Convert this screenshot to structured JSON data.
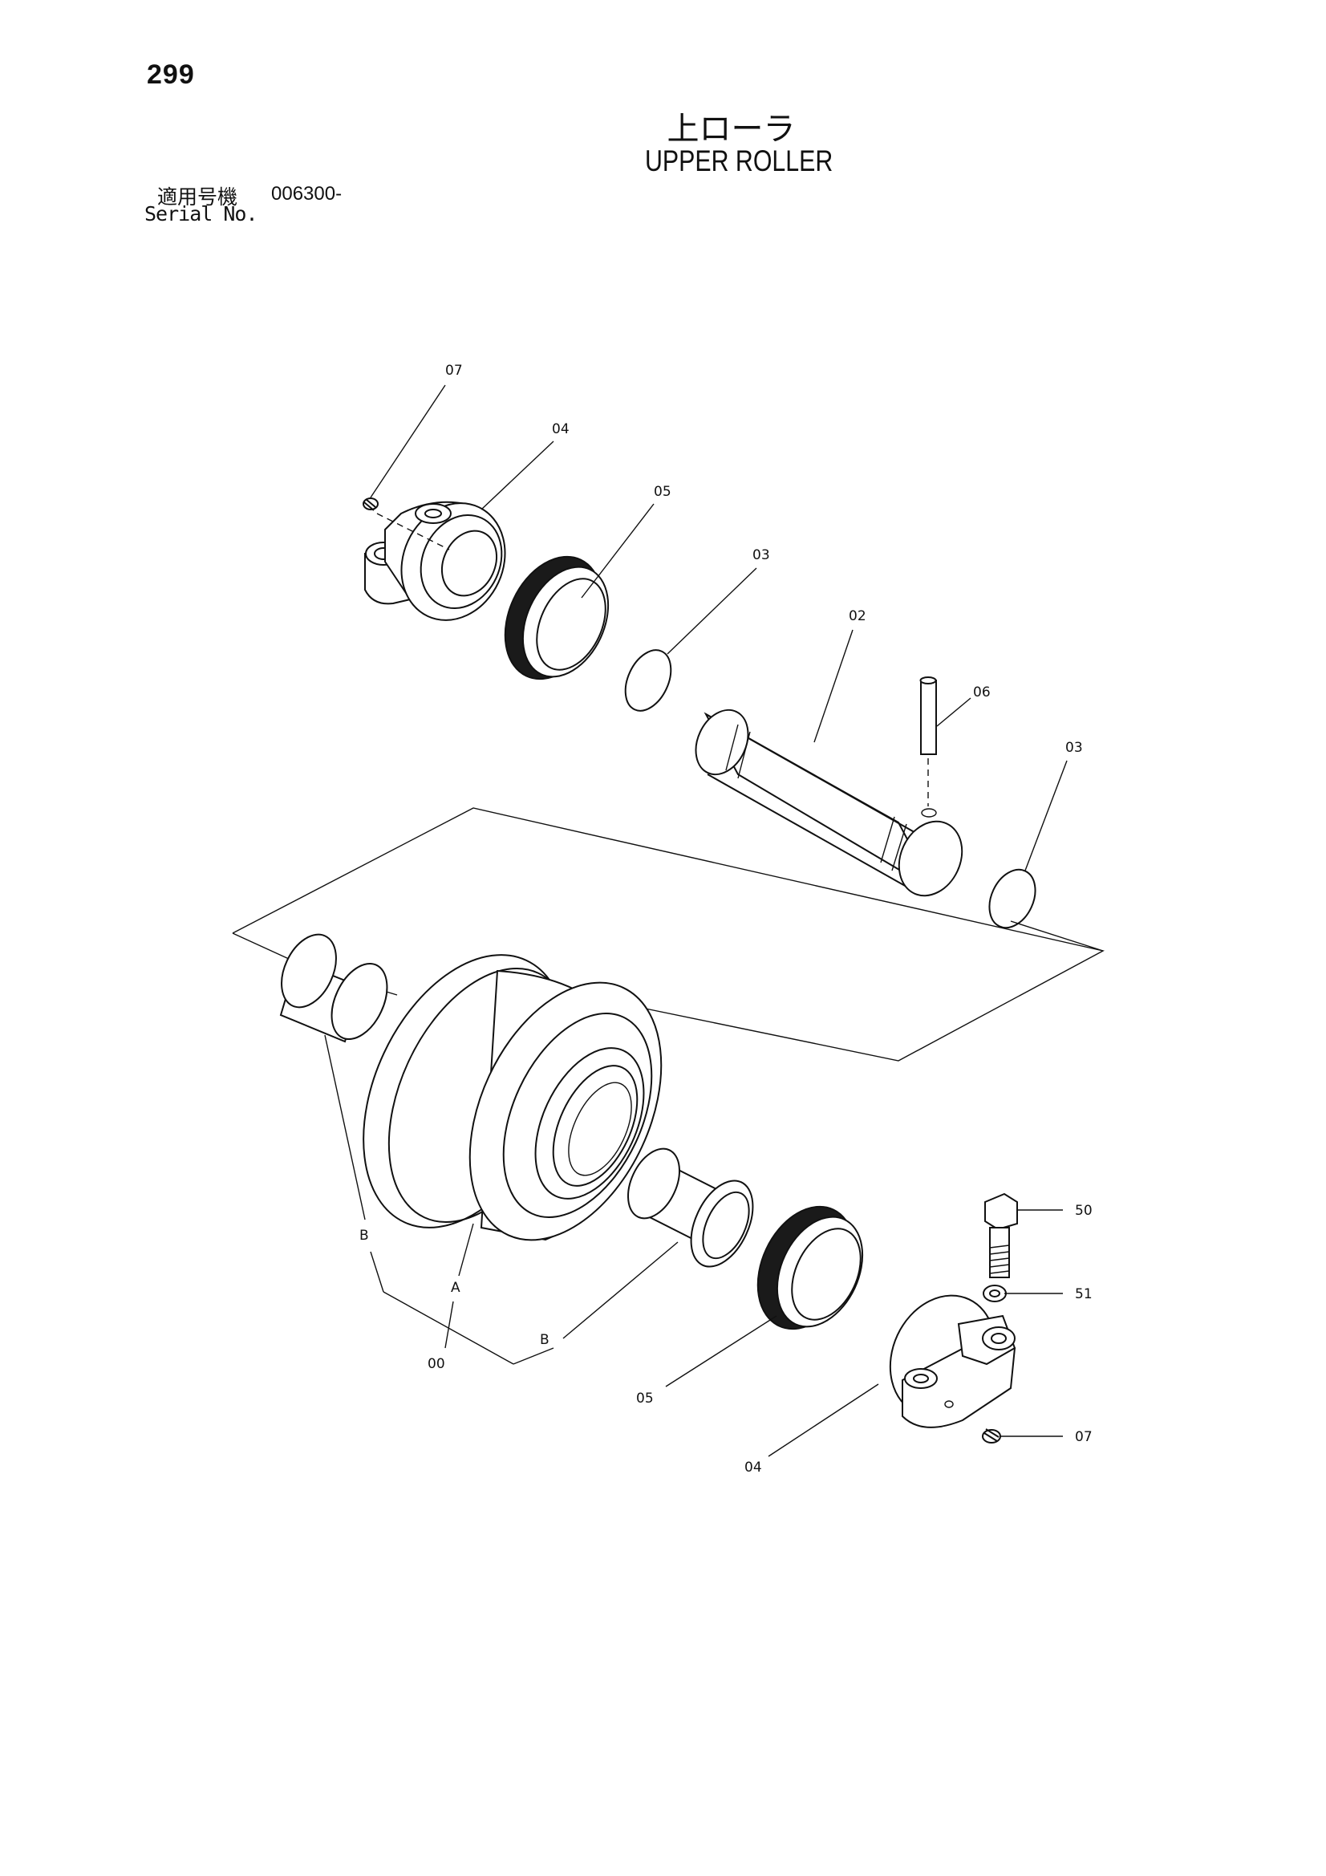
{
  "page": {
    "number": "299",
    "title_jp": "上ローラ",
    "title_en": "UPPER ROLLER",
    "serial_label_jp": "適用号機",
    "serial_value": "006300-",
    "serial_label_en": "Serial No."
  },
  "callouts": {
    "c07_top": "07",
    "c04_top": "04",
    "c05_top": "05",
    "c03_top": "03",
    "c02": "02",
    "c06": "06",
    "c03_right": "03",
    "c50": "50",
    "c51": "51",
    "c07_bottom": "07",
    "c04_bottom": "04",
    "c05_bottom": "05",
    "cB_left": "B",
    "cB_right": "B",
    "cA": "A",
    "c00": "00"
  }
}
